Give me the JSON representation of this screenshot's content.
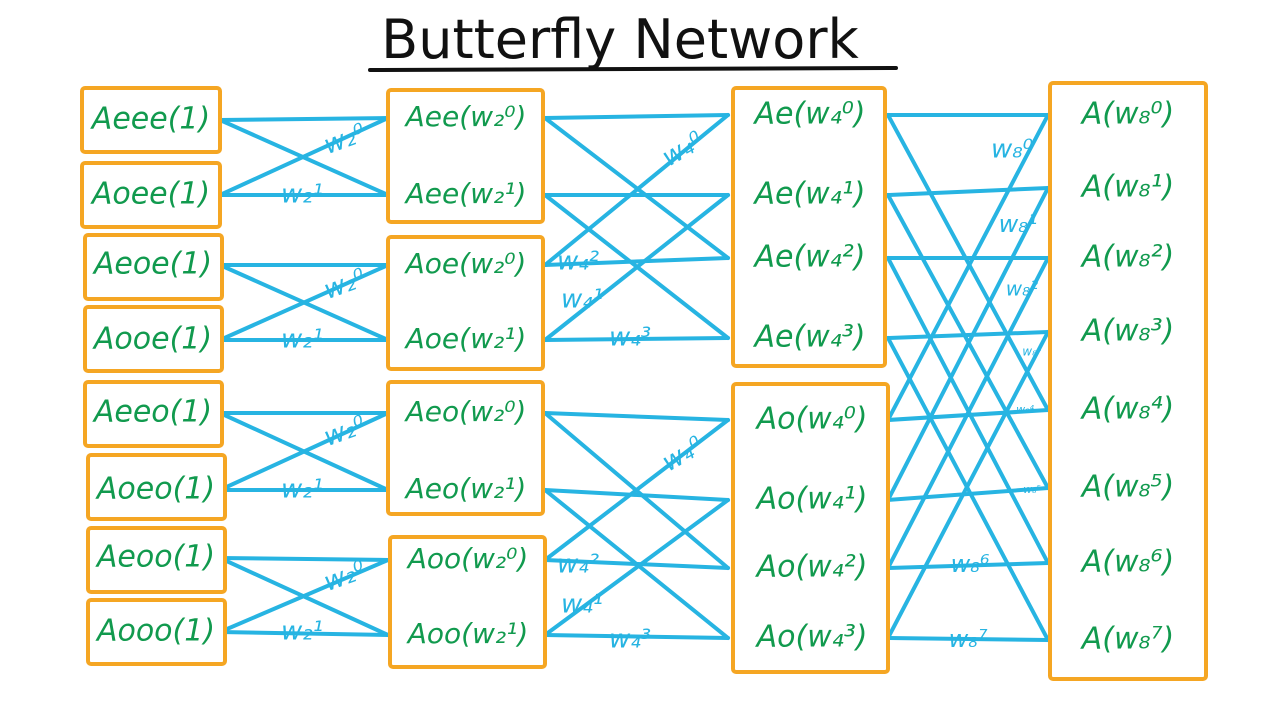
{
  "title": "Butterfly Network",
  "colors": {
    "box_stroke": "#f5a623",
    "wire": "#27b4e2",
    "node_text": "#119a4e",
    "weight_text": "#27b4e2",
    "title_text": "#111111"
  },
  "stage1": [
    "Aeee(1)",
    "Aoee(1)",
    "Aeoe(1)",
    "Aooe(1)",
    "Aeeo(1)",
    "Aoeo(1)",
    "Aeoo(1)",
    "Aooo(1)"
  ],
  "stage2": [
    "Aee(w₂⁰)",
    "Aee(w₂¹)",
    "Aoe(w₂⁰)",
    "Aoe(w₂¹)",
    "Aeo(w₂⁰)",
    "Aeo(w₂¹)",
    "Aoo(w₂⁰)",
    "Aoo(w₂¹)"
  ],
  "stage3": [
    "Ae(w₄⁰)",
    "Ae(w₄¹)",
    "Ae(w₄²)",
    "Ae(w₄³)",
    "Ao(w₄⁰)",
    "Ao(w₄¹)",
    "Ao(w₄²)",
    "Ao(w₄³)"
  ],
  "stage4": [
    "A(w₈⁰)",
    "A(w₈¹)",
    "A(w₈²)",
    "A(w₈³)",
    "A(w₈⁴)",
    "A(w₈⁵)",
    "A(w₈⁶)",
    "A(w₈⁷)"
  ],
  "weights1": [
    "w₂⁰",
    "w₂¹",
    "w₂⁰",
    "w₂¹",
    "w₂⁰",
    "w₂¹",
    "w₂⁰",
    "w₂¹"
  ],
  "weights2": [
    "w₄⁰",
    "w₄²",
    "w₄¹",
    "w₄³",
    "w₄⁰",
    "w₄²",
    "w₄¹",
    "w₄³"
  ],
  "weights3": [
    "w₈⁰",
    "w₈¹",
    "w₈²",
    "w₈³",
    "w₈⁴",
    "w₈⁵",
    "w₈⁶",
    "w₈⁷"
  ]
}
